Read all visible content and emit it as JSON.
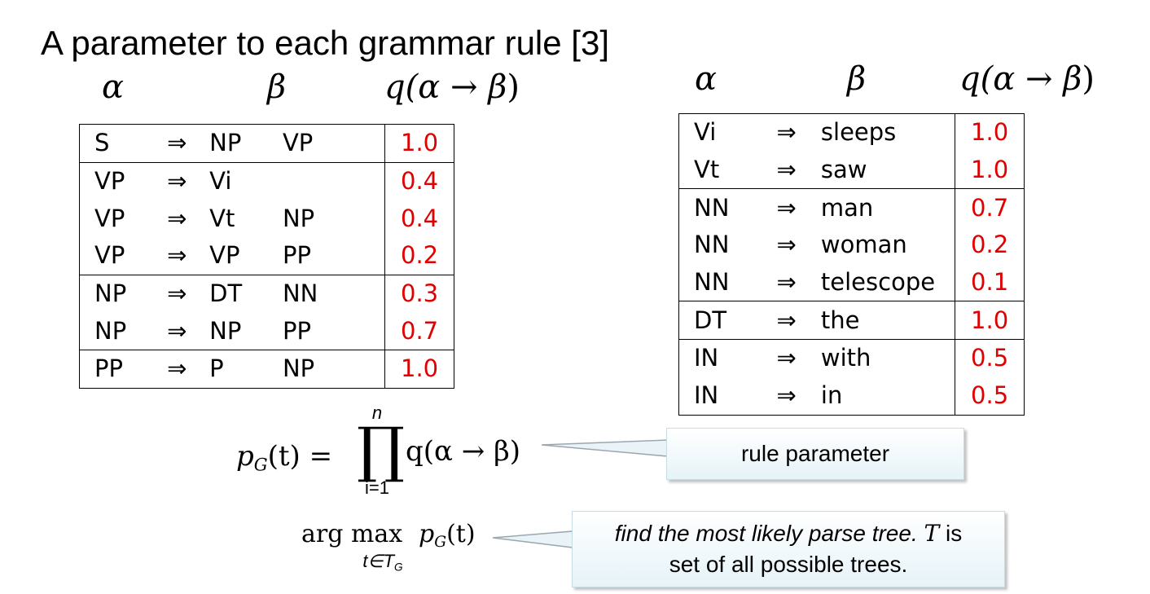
{
  "title": "A parameter to each grammar rule [3]",
  "headers": {
    "alpha": "α",
    "beta": "β",
    "q_prefix": "q(",
    "arrow": "→",
    "close": ")"
  },
  "left_table": [
    [
      {
        "lhs": "S",
        "arrow": "⇒",
        "rhs1": "NP",
        "rhs2": "VP",
        "prob": "1.0"
      }
    ],
    [
      {
        "lhs": "VP",
        "arrow": "⇒",
        "rhs1": "Vi",
        "rhs2": "",
        "prob": "0.4"
      },
      {
        "lhs": "VP",
        "arrow": "⇒",
        "rhs1": "Vt",
        "rhs2": "NP",
        "prob": "0.4"
      },
      {
        "lhs": "VP",
        "arrow": "⇒",
        "rhs1": "VP",
        "rhs2": "PP",
        "prob": "0.2"
      }
    ],
    [
      {
        "lhs": "NP",
        "arrow": "⇒",
        "rhs1": "DT",
        "rhs2": "NN",
        "prob": "0.3"
      },
      {
        "lhs": "NP",
        "arrow": "⇒",
        "rhs1": "NP",
        "rhs2": "PP",
        "prob": "0.7"
      }
    ],
    [
      {
        "lhs": "PP",
        "arrow": "⇒",
        "rhs1": "P",
        "rhs2": "NP",
        "prob": "1.0"
      }
    ]
  ],
  "right_table": [
    [
      {
        "lhs": "Vi",
        "arrow": "⇒",
        "rhs": "sleeps",
        "prob": "1.0"
      },
      {
        "lhs": "Vt",
        "arrow": "⇒",
        "rhs": "saw",
        "prob": "1.0"
      }
    ],
    [
      {
        "lhs": "NN",
        "arrow": "⇒",
        "rhs": "man",
        "prob": "0.7"
      },
      {
        "lhs": "NN",
        "arrow": "⇒",
        "rhs": "woman",
        "prob": "0.2"
      },
      {
        "lhs": "NN",
        "arrow": "⇒",
        "rhs": "telescope",
        "prob": "0.1"
      }
    ],
    [
      {
        "lhs": "DT",
        "arrow": "⇒",
        "rhs": "the",
        "prob": "1.0"
      }
    ],
    [
      {
        "lhs": "IN",
        "arrow": "⇒",
        "rhs": "with",
        "prob": "0.5"
      },
      {
        "lhs": "IN",
        "arrow": "⇒",
        "rhs": "in",
        "prob": "0.5"
      }
    ]
  ],
  "formula1": {
    "p": "p",
    "sub": "G",
    "arg": "(t) =",
    "prod": "∏",
    "upper": "n",
    "lower": "i=1",
    "rhs": "q(α → β)"
  },
  "formula2": {
    "argmax": "arg max",
    "lower": "t∈T",
    "lower_sub": "G",
    "p": "p",
    "sub": "G",
    "arg": "(t)"
  },
  "callout1": {
    "text": "rule parameter"
  },
  "callout2": {
    "italic": "find the most likely parse tree.",
    "var": "T",
    "is": " is",
    "line2": "set of all possible trees."
  }
}
